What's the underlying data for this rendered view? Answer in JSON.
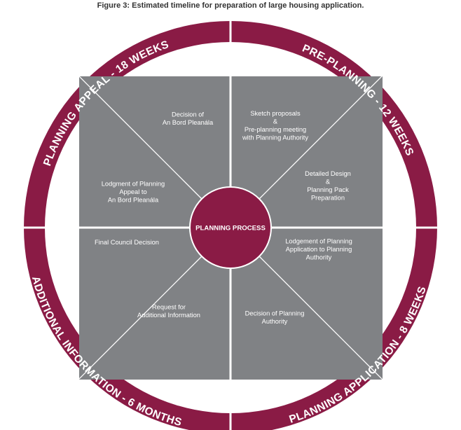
{
  "caption": "Figure 3: Estimated timeline for preparation of large housing application.",
  "colors": {
    "ring": "#8a1b45",
    "segment": "#808285",
    "divider": "#ffffff",
    "text": "#ffffff"
  },
  "center_label": "PLANNING PROCESS",
  "stages": [
    {
      "label": "PRE-PLANNING - 12 WEEKS"
    },
    {
      "label": "PLANNING APPLICATION - 8 WEEKS"
    },
    {
      "label": "ADDITIONAL INFORMATION - 6 MONTHS"
    },
    {
      "label": "PLANNING APPEAL - 18 WEEKS"
    }
  ],
  "steps": [
    {
      "lines": [
        "Sketch proposals",
        "&",
        "Pre-planning meeting",
        "with Planning Authority"
      ]
    },
    {
      "lines": [
        "Detailed Design",
        "&",
        "Planning Pack",
        "Preparation"
      ]
    },
    {
      "lines": [
        "Lodgement of Planning",
        "Application to Planning",
        "Authority"
      ]
    },
    {
      "lines": [
        "Decision of Planning",
        "Authority"
      ]
    },
    {
      "lines": [
        "Request for",
        "Additional Information"
      ]
    },
    {
      "lines": [
        "Final Council Decision"
      ]
    },
    {
      "lines": [
        "Lodgment of Planning",
        "Appeal to",
        "An Bord Pleanála"
      ]
    },
    {
      "lines": [
        "Decision of",
        "An Bord Pleanála"
      ]
    }
  ]
}
